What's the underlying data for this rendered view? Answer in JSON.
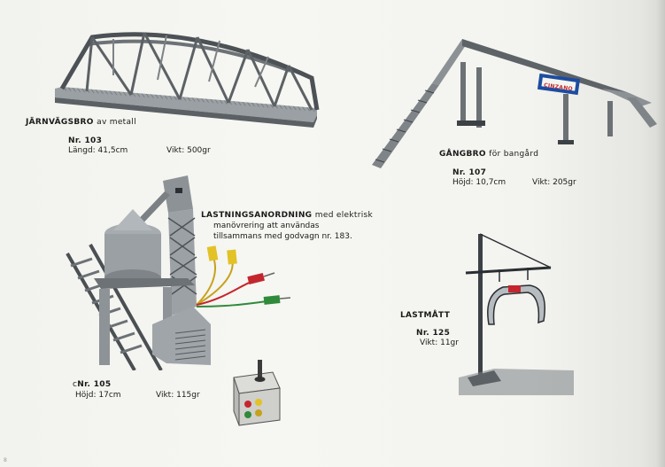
{
  "products": {
    "bridge": {
      "title": "JÄRNVÄGSBRO",
      "subtitle": "av metall",
      "number": "Nr. 103",
      "length": "Längd: 41,5cm",
      "weight": "Vikt: 500gr"
    },
    "footbridge": {
      "title": "GÅNGBRO",
      "subtitle": "för bangård",
      "sign": "CINZANO",
      "number": "Nr. 107",
      "height": "Höjd: 10,7cm",
      "weight": "Vikt: 205gr"
    },
    "loader": {
      "title": "LASTNINGSANORDNING",
      "desc1": "med elektrisk",
      "desc2": "manövrering att användas",
      "desc3": "tillsammans med godvagn nr. 183.",
      "number": "Nr. 105",
      "number_mark": "c",
      "height": "Höjd: 17cm",
      "weight": "Vikt: 115gr"
    },
    "gauge": {
      "title": "LASTMÅTT",
      "number": "Nr. 125",
      "weight": "Vikt: 11gr"
    }
  },
  "page_marker": "8",
  "colors": {
    "ink": "#1a1a1a",
    "metal": "#8a8f93",
    "metal_dark": "#555a5e",
    "plug_red": "#c4262e",
    "plug_yellow": "#e2c227",
    "plug_green": "#2f8a3a",
    "paper": "#f4f4f0"
  }
}
